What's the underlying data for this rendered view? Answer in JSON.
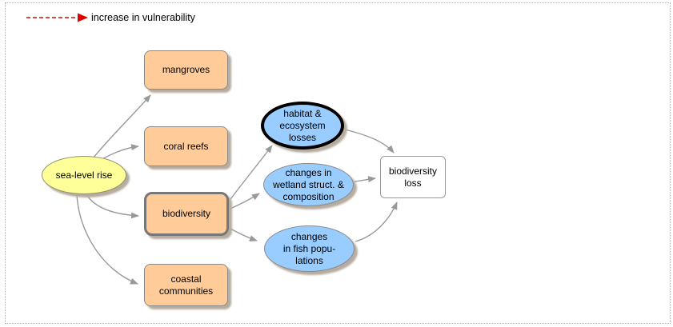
{
  "legend": {
    "label": "increase in vulnerability"
  },
  "nodes": {
    "sea_level_rise": {
      "label": "sea-level rise",
      "shape": "ellipse",
      "color": "#ffff99"
    },
    "mangroves": {
      "label": "mangroves",
      "shape": "rect",
      "color": "#ffcc99"
    },
    "coral_reefs": {
      "label": "coral reefs",
      "shape": "rect",
      "color": "#ffcc99"
    },
    "biodiversity": {
      "label": "biodiversity",
      "shape": "rect",
      "color": "#ffcc99",
      "emphasis": "thick-gray-border"
    },
    "coastal_communities": {
      "label": "coastal\ncommunities",
      "shape": "rect",
      "color": "#ffcc99"
    },
    "habitat_ecosystem_losses": {
      "label": "habitat &\necosystem\nlosses",
      "shape": "ellipse",
      "color": "#99ccff",
      "emphasis": "thick-black-border"
    },
    "changes_wetland": {
      "label": "changes in\nwetland struct. &\ncomposition",
      "shape": "ellipse",
      "color": "#99ccff"
    },
    "changes_fish": {
      "label": "changes\nin fish popu-\nlations",
      "shape": "ellipse",
      "color": "#99ccff"
    },
    "biodiversity_loss": {
      "label": "biodiversity\nloss",
      "shape": "rect",
      "color": "#ffffff"
    }
  },
  "edges": [
    {
      "from": "sea-level rise",
      "to": "mangroves"
    },
    {
      "from": "sea-level rise",
      "to": "coral reefs"
    },
    {
      "from": "sea-level rise",
      "to": "biodiversity"
    },
    {
      "from": "sea-level rise",
      "to": "coastal communities"
    },
    {
      "from": "biodiversity",
      "to": "habitat & ecosystem losses"
    },
    {
      "from": "biodiversity",
      "to": "changes in wetland struct. & composition"
    },
    {
      "from": "biodiversity",
      "to": "changes in fish populations"
    },
    {
      "from": "habitat & ecosystem losses",
      "to": "biodiversity loss"
    },
    {
      "from": "changes in wetland struct. & composition",
      "to": "biodiversity loss"
    },
    {
      "from": "changes in fish populations",
      "to": "biodiversity loss"
    }
  ],
  "colors": {
    "node_yellow": "#ffff99",
    "node_orange": "#ffcc99",
    "node_blue": "#99ccff",
    "edge_gray": "#999999",
    "legend_red": "#dd0000",
    "shadow": "#b6aca0",
    "frame_dotted": "#b4b4b4"
  }
}
